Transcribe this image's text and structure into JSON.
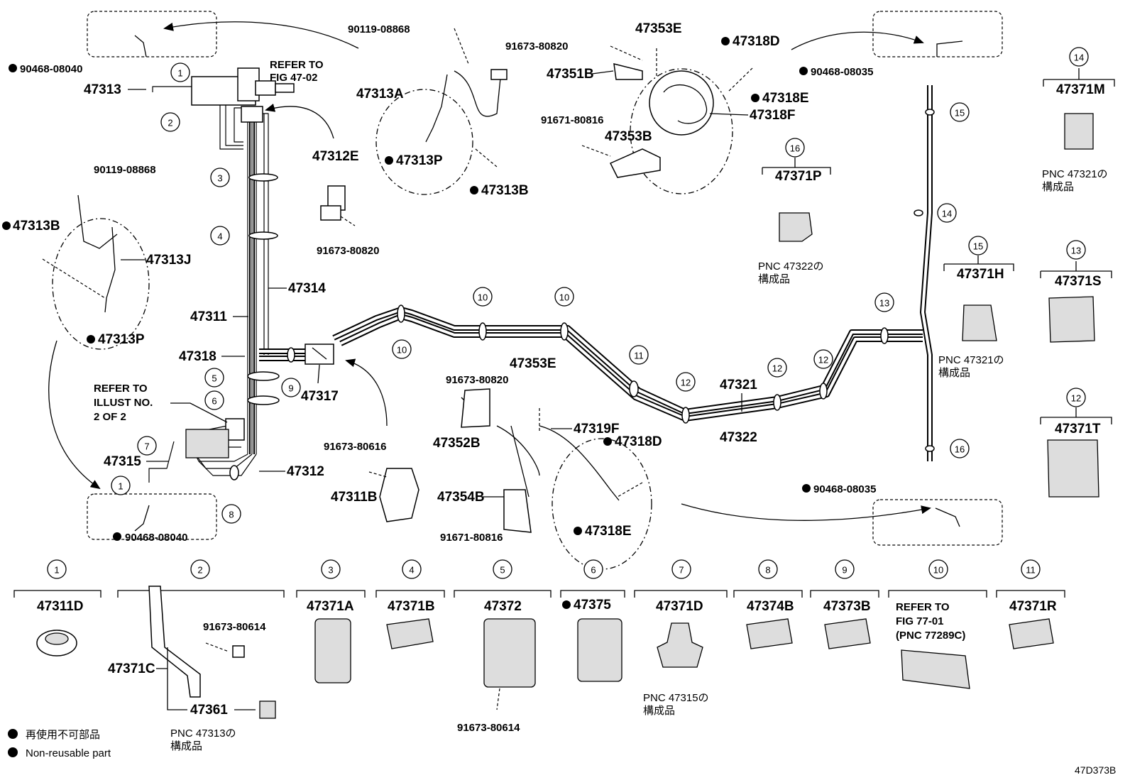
{
  "diagram_id": "47D373B",
  "callout_numbers": [
    "1",
    "2",
    "3",
    "4",
    "5",
    "6",
    "7",
    "8",
    "9",
    "10",
    "11",
    "12",
    "13",
    "14",
    "15",
    "16"
  ],
  "labels": {
    "p90468_08040_top": "90468-08040",
    "p47313": "47313",
    "refer_fig_47_02_a": "REFER TO",
    "refer_fig_47_02_b": "FIG 47-02",
    "p90119_08868_top": "90119-08868",
    "p47313A": "47313A",
    "p47313P_top": "47313P",
    "p47313B_top": "47313B",
    "p47312E": "47312E",
    "p91673_80820_top": "91673-80820",
    "p91673_80820_mid": "91673-80820",
    "p90119_08868_left": "90119-08868",
    "p47313B_left": "47313B",
    "p47313J": "47313J",
    "p47313P_left": "47313P",
    "p47314": "47314",
    "p47311": "47311",
    "p47318": "47318",
    "p47317": "47317",
    "refer_illust_a": "REFER TO",
    "refer_illust_b": "ILLUST NO.",
    "refer_illust_c": "2 OF 2",
    "p47315": "47315",
    "p47312": "47312",
    "p90468_08040_bot": "90468-08040",
    "p91673_80820_top2": "91673-80820",
    "p47353E_top": "47353E",
    "p47318D_top": "47318D",
    "p47351B": "47351B",
    "p47318E_top": "47318E",
    "p47318F": "47318F",
    "p91671_80816_top": "91671-80816",
    "p47353B": "47353B",
    "p90468_08035_top": "90468-08035",
    "p47371P": "47371P",
    "pnc_47322": "PNC 47322の",
    "pnc_47322_b": "構成品",
    "p47371M": "47371M",
    "pnc_47321_a": "PNC 47321の",
    "pnc_47321_a2": "構成品",
    "p47371H": "47371H",
    "pnc_47321_b": "PNC 47321の",
    "pnc_47321_b2": "構成品",
    "p47371S": "47371S",
    "p47371T": "47371T",
    "p47353E_mid": "47353E",
    "p91673_80820_m2": "91673-80820",
    "p47352B": "47352B",
    "p47319F": "47319F",
    "p47318D_mid": "47318D",
    "p91673_80616": "91673-80616",
    "p47311B": "47311B",
    "p47354B": "47354B",
    "p91671_80816_mid": "91671-80816",
    "p47318E_mid": "47318E",
    "p47321": "47321",
    "p47322": "47322",
    "p90468_08035_bot": "90468-08035",
    "p47311D": "47311D",
    "p91673_80614_a": "91673-80614",
    "p47371C": "47371C",
    "p47361": "47361",
    "pnc_47313": "PNC 47313の",
    "pnc_47313_b": "構成品",
    "p47371A": "47371A",
    "p47371B": "47371B",
    "p47372": "47372",
    "p91673_80614_b": "91673-80614",
    "p47375": "47375",
    "p47371D": "47371D",
    "pnc_47315": "PNC 47315の",
    "pnc_47315_b": "構成品",
    "p47374B": "47374B",
    "p47373B": "47373B",
    "refer_fig_77_a": "REFER TO",
    "refer_fig_77_b": "FIG 77-01",
    "refer_fig_77_c": "(PNC 77289C)",
    "p47371R": "47371R"
  },
  "legend": {
    "jp": "再使用不可部品",
    "en": "Non-reusable part"
  }
}
